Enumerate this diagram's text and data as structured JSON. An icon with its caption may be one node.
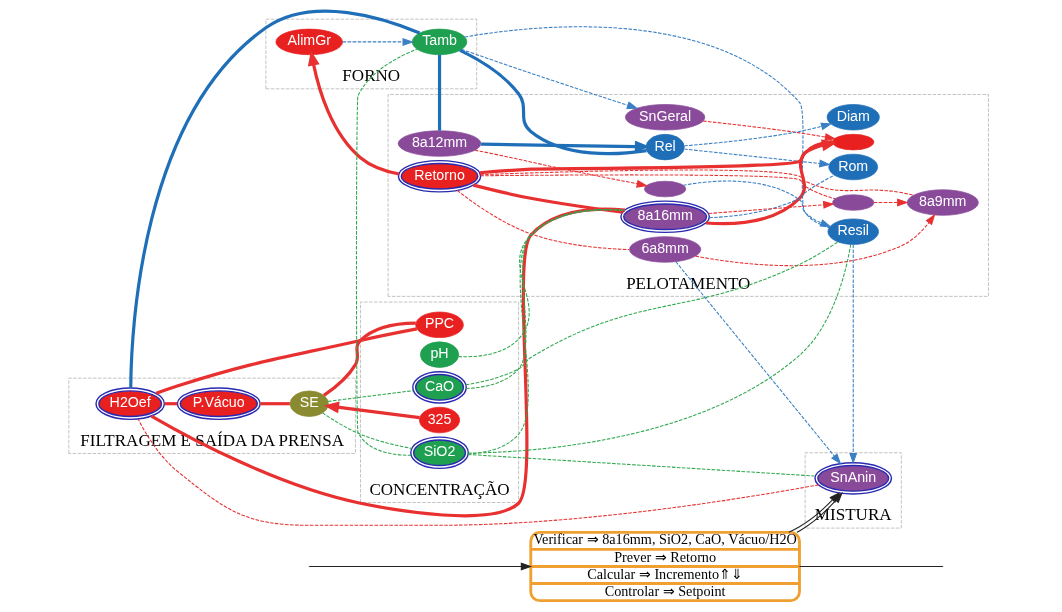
{
  "diagram": {
    "nodes": [
      {
        "text": [
          "FORNO"
        ]
      },
      {
        "text": [
          "PELOTAMENTO"
        ]
      },
      {
        "text": [
          "MISTURA"
        ]
      },
      {
        "text": [
          "FILTRAGEM E SAÍDA DA PRENSA"
        ]
      },
      {
        "text": [
          "CONCENTRAÇÃO"
        ]
      },
      {
        "text": [
          "Tamb"
        ],
        "in": 0
      },
      {
        "text": [
          "AlimGr"
        ],
        "in": 0
      },
      {
        "text": [
          "SnGeral"
        ],
        "in": 1
      },
      {
        "text": [],
        "shape": "ellipse",
        "in": 1
      },
      {
        "text": [
          "Rel"
        ],
        "in": 1
      },
      {
        "text": [
          "Diam"
        ],
        "in": 1
      },
      {
        "text": [
          "Rom"
        ],
        "in": 1
      },
      {
        "text": [
          "8a12mm"
        ],
        "in": 1
      },
      {
        "text": [],
        "shape": "ellipse",
        "in": 1
      },
      {
        "text": [
          "8a16mm"
        ],
        "in": 1
      },
      {
        "text": [],
        "shape": "ellipse",
        "in": 1
      },
      {
        "text": [
          "8a9mm"
        ],
        "in": 1
      },
      {
        "text": [
          "6a8mm"
        ],
        "in": 1
      },
      {
        "text": [
          "Retorno"
        ],
        "in": 1
      },
      {
        "text": [
          "Resil"
        ],
        "in": 1
      },
      {
        "text": [
          "SnAnin"
        ],
        "in": 2
      },
      {
        "text": [
          "H2Oef"
        ],
        "in": 3
      },
      {
        "text": [
          "P.Vácuo"
        ],
        "in": 3
      },
      {
        "text": [
          "SE"
        ],
        "in": 3
      },
      {
        "text": [
          "SiO2"
        ],
        "in": 4
      },
      {
        "text": [
          "pH"
        ],
        "in": 4
      },
      {
        "text": [
          "CaO"
        ],
        "in": 4
      },
      {
        "text": [
          "325"
        ],
        "in": 4
      },
      {
        "text": [
          "PPC"
        ],
        "in": 4
      },
      {
        "text": [
          "Verificar ⇒ 8a16mm, SiO2, CaO, Vácuo/H2O",
          "Prever ⇒ Retorno",
          "Calcular ⇒ Incremento⇑⇓",
          "Controlar ⇒ Setpoint"
        ]
      }
    ],
    "edges": [
      {
        "from": 5,
        "to": 7,
        "arrow": "to",
        "style": "dashed",
        "color": "#3a7fc4"
      },
      {
        "from": 6,
        "to": 5,
        "arrow": "to",
        "style": "dashed",
        "color": "#3a7fc4"
      },
      {
        "from": 7,
        "to": 8,
        "arrow": "to",
        "style": "dashed",
        "color": "#e83030"
      },
      {
        "from": 18,
        "to": 6,
        "arrow": "to",
        "style": "thick",
        "color": "#e83030"
      },
      {
        "from": 18,
        "to": 8,
        "arrow": "to",
        "style": "thick",
        "color": "#e83030"
      },
      {
        "from": 14,
        "to": 8,
        "arrow": "none",
        "style": "thick",
        "color": "#e83030"
      },
      {
        "from": 18,
        "to": 14,
        "arrow": "none",
        "style": "thick",
        "color": "#e83030"
      },
      {
        "from": 18,
        "to": 15,
        "arrow": "none",
        "style": "dashed",
        "color": "#e83030"
      },
      {
        "from": 18,
        "to": 16,
        "arrow": "none",
        "style": "dashed",
        "color": "#e83030"
      },
      {
        "from": 18,
        "to": 17,
        "arrow": "none",
        "style": "dashed",
        "color": "#e83030"
      },
      {
        "from": 12,
        "to": 13,
        "arrow": "to",
        "style": "dashed",
        "color": "#e83030"
      },
      {
        "from": 14,
        "to": 15,
        "arrow": "to",
        "style": "dashed",
        "color": "#e83030"
      },
      {
        "from": 15,
        "to": 16,
        "arrow": "to",
        "style": "dashed",
        "color": "#e83030"
      },
      {
        "from": 17,
        "to": 16,
        "arrow": "to",
        "style": "dashed",
        "color": "#e83030"
      },
      {
        "from": 5,
        "to": 9,
        "arrow": "none",
        "style": "thick",
        "color": "#1f6fb8"
      },
      {
        "from": 5,
        "to": 12,
        "arrow": "none",
        "style": "thick",
        "color": "#1f6fb8"
      },
      {
        "from": 12,
        "to": 9,
        "arrow": "to",
        "style": "thick",
        "color": "#1f6fb8"
      },
      {
        "from": 5,
        "to": 21,
        "arrow": "none",
        "style": "thick",
        "color": "#1f6fb8"
      },
      {
        "from": 9,
        "to": 10,
        "arrow": "to",
        "style": "dashed",
        "color": "#3a7fc4"
      },
      {
        "from": 9,
        "to": 11,
        "arrow": "to",
        "style": "dashed",
        "color": "#3a7fc4"
      },
      {
        "from": 14,
        "to": 11,
        "arrow": "none",
        "style": "dashed",
        "color": "#3a7fc4"
      },
      {
        "from": 5,
        "to": 19,
        "arrow": "none",
        "style": "dashed",
        "color": "#3a7fc4"
      },
      {
        "from": 13,
        "to": 19,
        "arrow": "to",
        "style": "dashed",
        "color": "#3a7fc4"
      },
      {
        "from": 19,
        "to": 20,
        "arrow": "to",
        "style": "dashed",
        "color": "#3a7fc4"
      },
      {
        "from": 17,
        "to": 20,
        "arrow": "to",
        "style": "dashed",
        "color": "#3a7fc4"
      },
      {
        "from": 24,
        "to": 5,
        "arrow": "none",
        "style": "dashed",
        "color": "#2fa84f"
      },
      {
        "from": 24,
        "to": 14,
        "arrow": "none",
        "style": "dashed",
        "color": "#2fa84f"
      },
      {
        "from": 25,
        "to": 14,
        "arrow": "none",
        "style": "dashed",
        "color": "#2fa84f"
      },
      {
        "from": 26,
        "to": 14,
        "arrow": "none",
        "style": "dashed",
        "color": "#2fa84f"
      },
      {
        "from": 24,
        "to": 19,
        "arrow": "none",
        "style": "dashed",
        "color": "#2fa84f"
      },
      {
        "from": 26,
        "to": 19,
        "arrow": "none",
        "style": "dashed",
        "color": "#2fa84f"
      },
      {
        "from": 24,
        "to": 20,
        "arrow": "none",
        "style": "dashed",
        "color": "#2fa84f"
      },
      {
        "from": 23,
        "to": 24,
        "arrow": "none",
        "style": "dashed",
        "color": "#2fa84f"
      },
      {
        "from": 23,
        "to": 26,
        "arrow": "none",
        "style": "dashed",
        "color": "#2fa84f"
      },
      {
        "from": 14,
        "to": 21,
        "arrow": "none",
        "style": "thick",
        "color": "#e83030"
      },
      {
        "from": 20,
        "to": 21,
        "arrow": "none",
        "style": "dashed",
        "color": "#e83030"
      },
      {
        "from": 21,
        "to": 22,
        "arrow": "none",
        "style": "thick",
        "color": "#e83030"
      },
      {
        "from": 22,
        "to": 23,
        "arrow": "none",
        "style": "thick",
        "color": "#e83030"
      },
      {
        "from": 27,
        "to": 23,
        "arrow": "to",
        "style": "thick",
        "color": "#e83030"
      },
      {
        "from": 28,
        "to": 23,
        "arrow": "none",
        "style": "thick",
        "color": "#e83030"
      },
      {
        "from": 21,
        "to": 28,
        "arrow": "none",
        "style": "thick",
        "color": "#e83030"
      },
      {
        "from": 29,
        "to": 20,
        "arrow": "to",
        "color": "#222222"
      },
      {
        "from": 29,
        "to": 20,
        "arrow": "to",
        "color": "#222222"
      },
      {
        "from": null,
        "to": 29,
        "arrow": "to",
        "color": "#222222"
      },
      {
        "from": 29,
        "to": null,
        "arrow": "none",
        "color": "#222222"
      }
    ]
  }
}
